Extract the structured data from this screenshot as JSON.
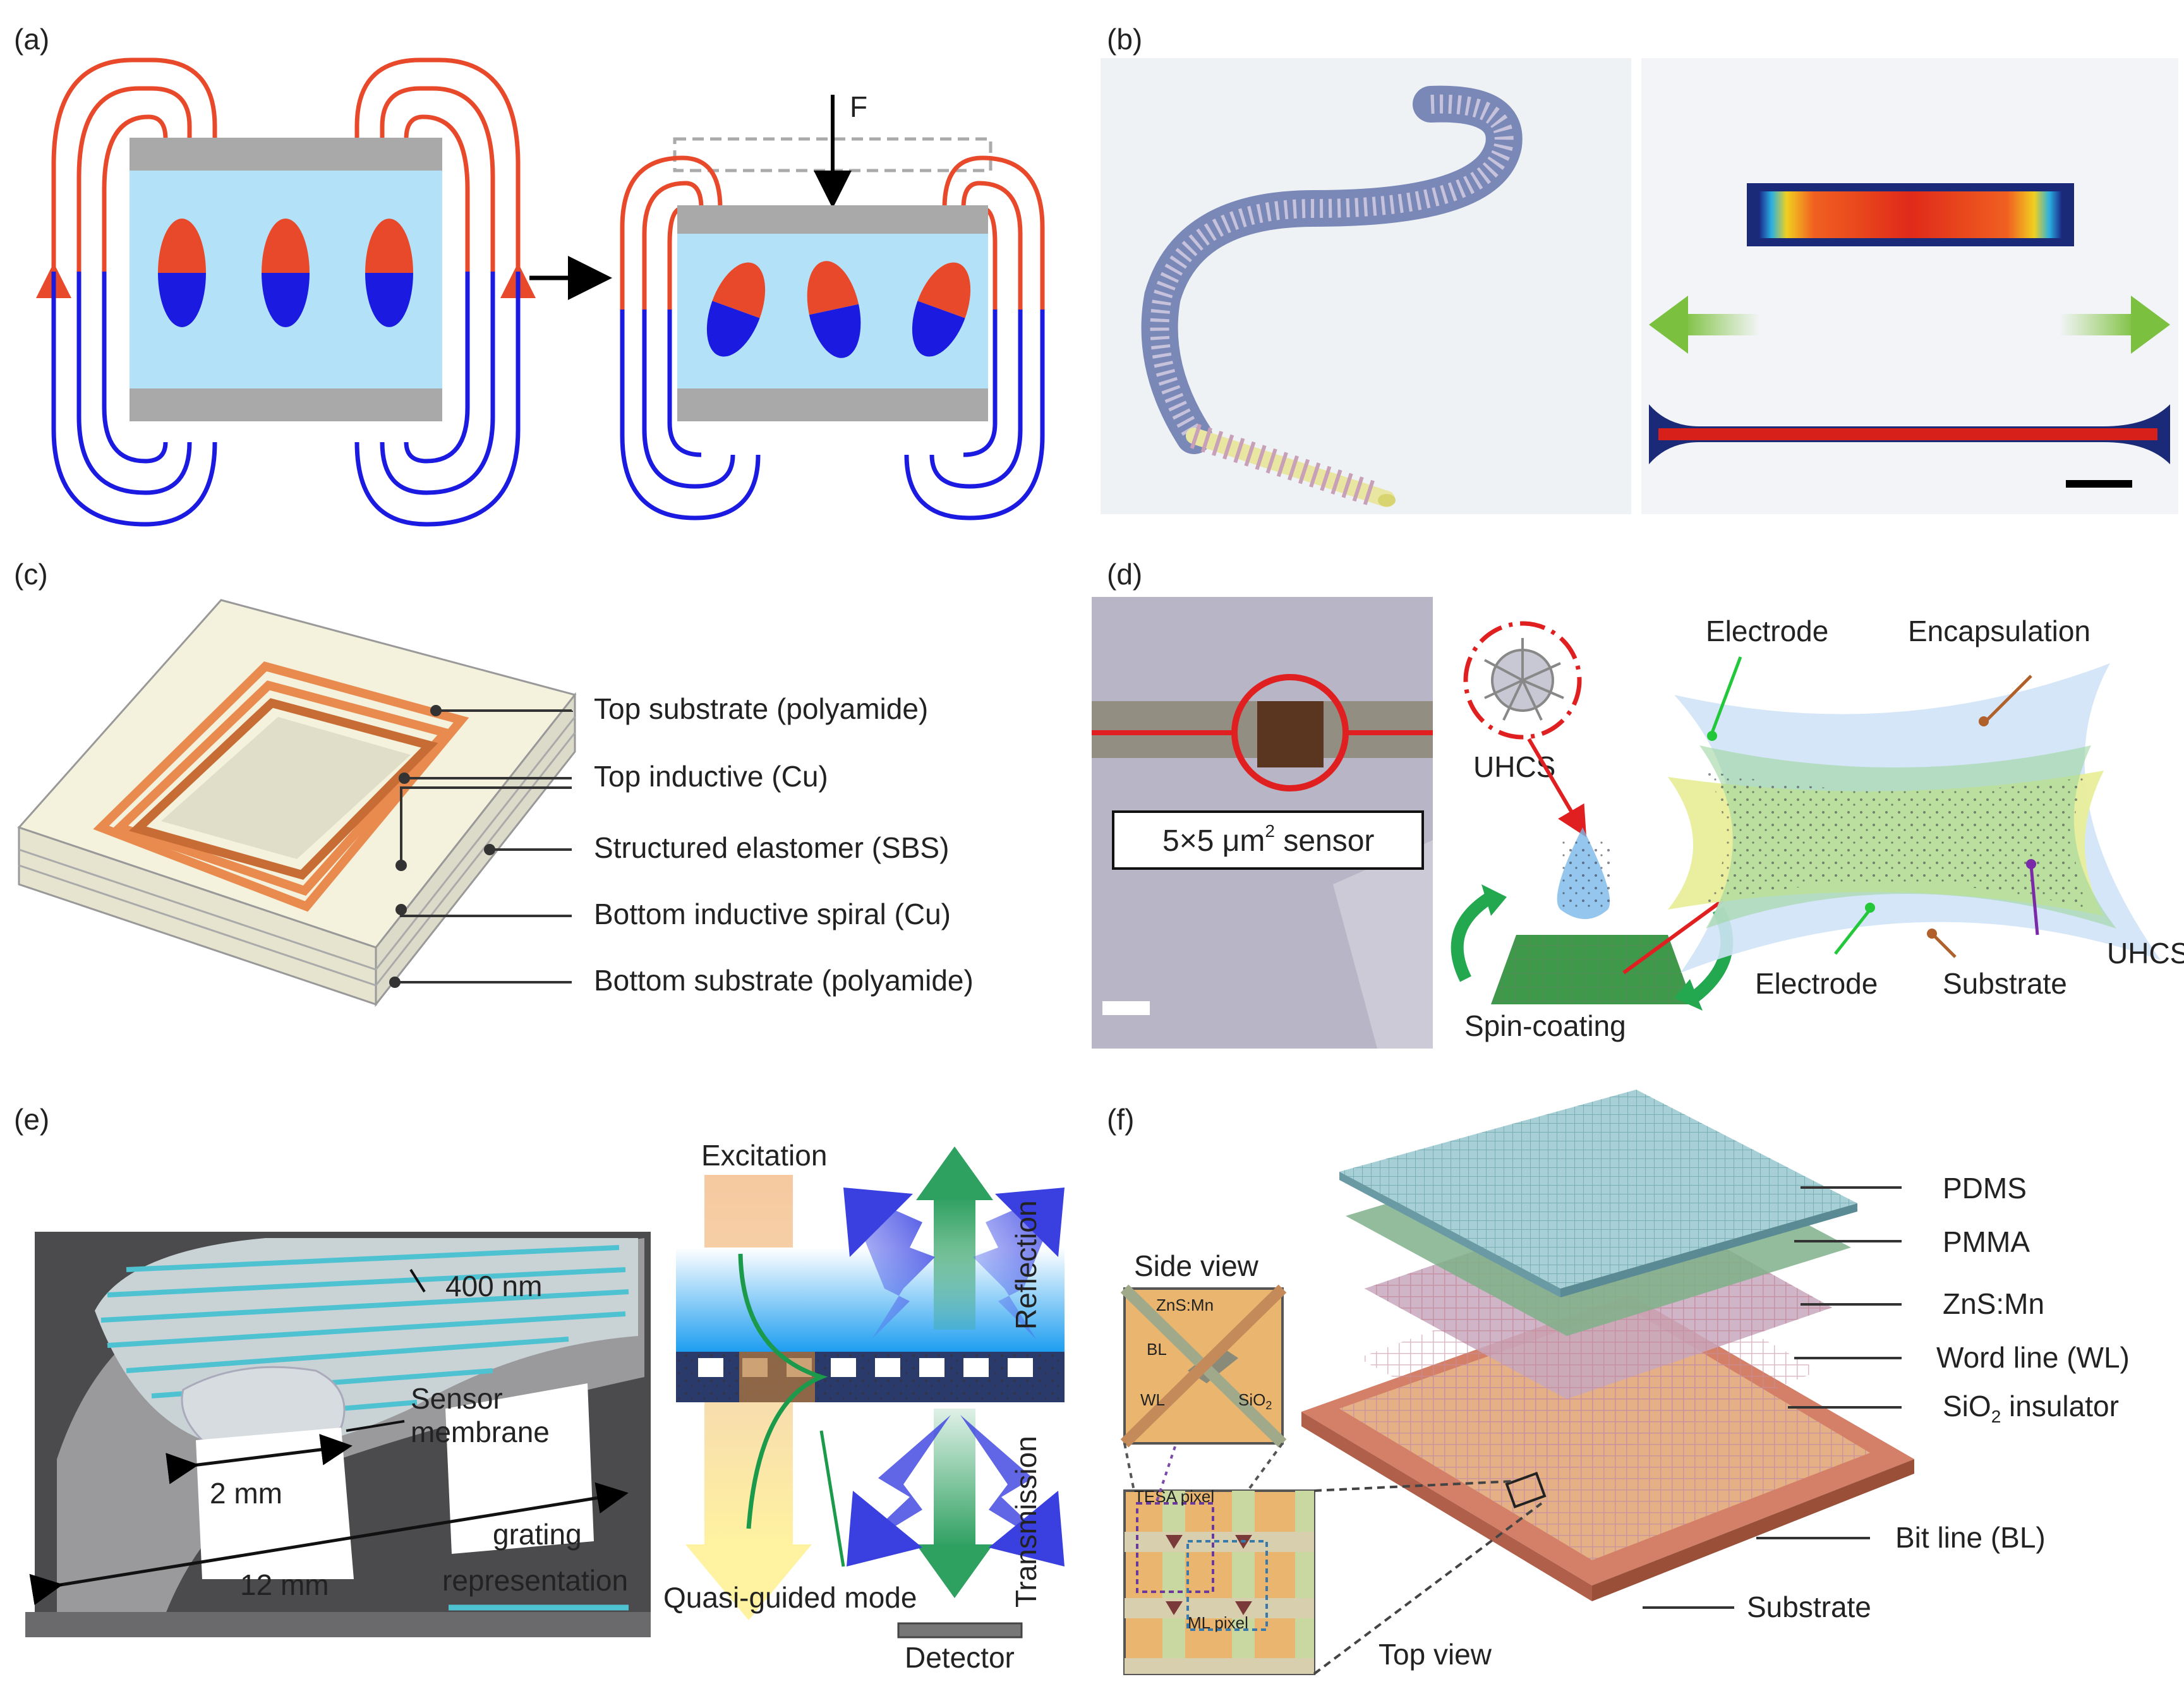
{
  "panels": {
    "a": {
      "label": "(a)",
      "force": "F"
    },
    "b": {
      "label": "(b)"
    },
    "c": {
      "label": "(c)",
      "layers": [
        "Top substrate (polyamide)",
        "Top inductive (Cu)",
        "Structured elastomer (SBS)",
        "Bottom inductive spiral (Cu)",
        "Bottom substrate (polyamide)"
      ]
    },
    "d": {
      "label": "(d)",
      "sensor": "5×5 μm",
      "sensor_sup": "2",
      "sensor_suffix": " sensor",
      "uhcs": "UHCS",
      "spin": "Spin-coating",
      "electrode_top": "Electrode",
      "encapsulation": "Encapsulation",
      "electrode_bottom": "Electrode",
      "substrate": "Substrate",
      "uhcs_right": "UHCS"
    },
    "e": {
      "label": "(e)",
      "pitch": "400 nm",
      "sensor_line1": "Sensor",
      "sensor_line2": "membrane",
      "width2": "2 mm",
      "width12": "12 mm",
      "grating_line1": "grating",
      "grating_line2": "representation",
      "excitation": "Excitation",
      "reflection": "Reflection",
      "transmission": "Transmission",
      "quasi": "Quasi-guided mode",
      "detector": "Detector"
    },
    "f": {
      "label": "(f)",
      "side_view": "Side view",
      "top_view": "Top view",
      "inset_zns": "ZnS:Mn",
      "inset_bl": "BL",
      "inset_wl": "WL",
      "inset_sio2": "SiO",
      "inset_sio2_sub": "2",
      "tesa": "TESA pixel",
      "ml": "ML pixel",
      "layers": [
        "PDMS",
        "PMMA",
        "ZnS:Mn",
        "Word line (WL)"
      ],
      "sio2": "SiO",
      "sio2_sub": "2",
      "sio2_suffix": " insulator",
      "bitline": "Bit line (BL)",
      "substrate": "Substrate"
    }
  },
  "colors": {
    "red_field": "#e8492a",
    "blue_field": "#1a1ae0",
    "cell_blue": "#b3e2f8",
    "plate_gray": "#a9a9a9",
    "copper": "#e98a4e"
  }
}
